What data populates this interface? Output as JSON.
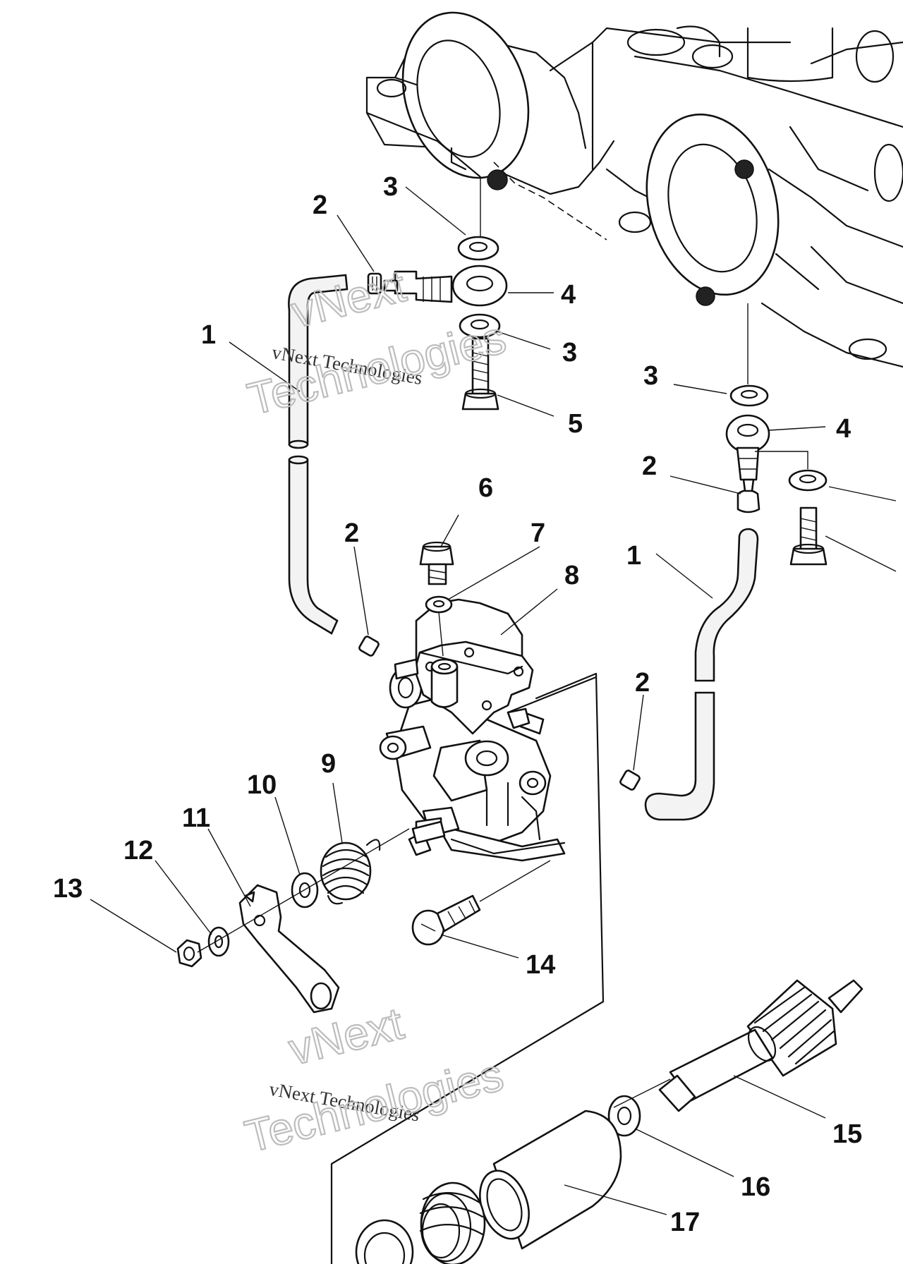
{
  "callouts": [
    {
      "id": "c1a",
      "text": "1"
    },
    {
      "id": "c2a",
      "text": "2"
    },
    {
      "id": "c3a",
      "text": "3"
    },
    {
      "id": "c4a",
      "text": "4"
    },
    {
      "id": "c3b",
      "text": "3"
    },
    {
      "id": "c5",
      "text": "5"
    },
    {
      "id": "c3c",
      "text": "3"
    },
    {
      "id": "c4b",
      "text": "4"
    },
    {
      "id": "c2b",
      "text": "2"
    },
    {
      "id": "c6",
      "text": "6"
    },
    {
      "id": "c7",
      "text": "7"
    },
    {
      "id": "c8",
      "text": "8"
    },
    {
      "id": "c2c",
      "text": "2"
    },
    {
      "id": "c1b",
      "text": "1"
    },
    {
      "id": "c2d",
      "text": "2"
    },
    {
      "id": "c9",
      "text": "9"
    },
    {
      "id": "c10",
      "text": "10"
    },
    {
      "id": "c11",
      "text": "11"
    },
    {
      "id": "c12",
      "text": "12"
    },
    {
      "id": "c13",
      "text": "13"
    },
    {
      "id": "c14",
      "text": "14"
    },
    {
      "id": "c15",
      "text": "15"
    },
    {
      "id": "c16",
      "text": "16"
    },
    {
      "id": "c17",
      "text": "17"
    }
  ],
  "watermark": {
    "line1": "vNext",
    "line2": "vNext Technologies",
    "line3": "Technologies"
  }
}
